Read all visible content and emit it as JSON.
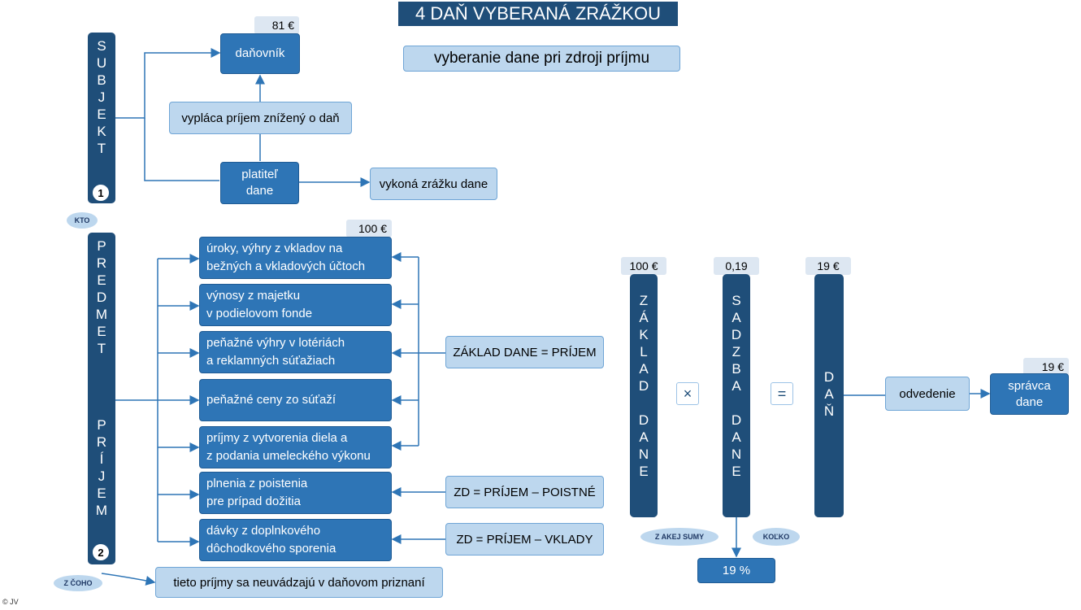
{
  "title": "4 DAŇ VYBERANÁ ZRÁŽKOU",
  "subtitle": "vyberanie dane pri zdroji príjmu",
  "subject": {
    "letters": [
      "S",
      "U",
      "B",
      "J",
      "E",
      "K",
      "T"
    ],
    "number": "1",
    "bubble": "KTO",
    "danovnik_amount": "81 €",
    "danovnik": "daňovník",
    "vyplaca": "vypláca príjem znížený o daň",
    "platitel": "platiteľ\ndane",
    "zrazka": "vykoná zrážku dane"
  },
  "object": {
    "letters_top": [
      "P",
      "R",
      "E",
      "D",
      "M",
      "E",
      "T"
    ],
    "letters_bottom": [
      "P",
      "R",
      "Í",
      "J",
      "E",
      "M"
    ],
    "number": "2",
    "bubble": "Z ČOHO",
    "amount": "100 €",
    "items": [
      {
        "line1": "úroky, výhry z vkladov na",
        "line2": "bežných a vkladových účtoch"
      },
      {
        "line1": "výnosy z majetku",
        "line2": "v podielovom fonde"
      },
      {
        "line1": "peňažné výhry v lotériách",
        "line2": "a reklamných súťažiach"
      },
      {
        "line1": "peňažné ceny zo súťaží",
        "line2": ""
      },
      {
        "line1": "príjmy z vytvorenia diela a",
        "line2": "z podania umeleckého výkonu"
      },
      {
        "line1": "plnenia z poistenia",
        "line2": "pre prípad dožitia"
      },
      {
        "line1": "dávky z doplnkového",
        "line2": "dôchodkového sporenia"
      }
    ],
    "rule1": "ZÁKLAD DANE = PRÍJEM",
    "rule2": "ZD = PRÍJEM – POISTNÉ",
    "rule3": "ZD = PRÍJEM – VKLADY",
    "note": "tieto príjmy sa neuvádzajú v daňovom priznaní"
  },
  "formula": {
    "base_amount": "100 €",
    "base_letters_top": [
      "Z",
      "Á",
      "K",
      "L",
      "A",
      "D"
    ],
    "base_letters_bottom": [
      "D",
      "A",
      "N",
      "E"
    ],
    "base_bubble": "Z AKEJ SUMY",
    "times": "×",
    "rate_amount": "0,19",
    "rate_letters_top": [
      "S",
      "A",
      "D",
      "Z",
      "B",
      "A"
    ],
    "rate_letters_bottom": [
      "D",
      "A",
      "N",
      "E"
    ],
    "rate_bubble": "KOĽKO",
    "rate_percent": "19 %",
    "equals": "=",
    "tax_amount": "19 €",
    "tax_letters": [
      "D",
      "A",
      "Ň"
    ],
    "odvedenie": "odvedenie",
    "spravca_amount": "19 €",
    "spravca": "správca\ndane"
  },
  "copyright": "© JV"
}
